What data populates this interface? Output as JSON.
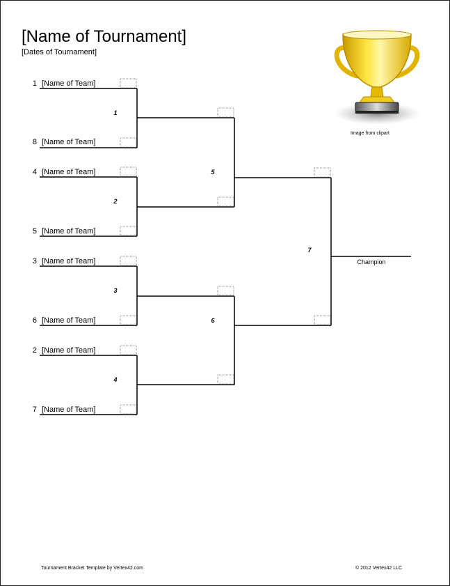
{
  "header": {
    "title": "[Name of Tournament]",
    "dates": "[Dates of Tournament]"
  },
  "round1": [
    {
      "seed": "1",
      "team": "[Name of Team]"
    },
    {
      "seed": "8",
      "team": "[Name of Team]"
    },
    {
      "seed": "4",
      "team": "[Name of Team]"
    },
    {
      "seed": "5",
      "team": "[Name of Team]"
    },
    {
      "seed": "3",
      "team": "[Name of Team]"
    },
    {
      "seed": "6",
      "team": "[Name of Team]"
    },
    {
      "seed": "2",
      "team": "[Name of Team]"
    },
    {
      "seed": "7",
      "team": "[Name of Team]"
    }
  ],
  "games": [
    "1",
    "2",
    "3",
    "4",
    "5",
    "6",
    "7"
  ],
  "champion_label": "Champion",
  "trophy": {
    "icon": "trophy-icon",
    "credit": "Image from clipart"
  },
  "footer": {
    "left": "Tournament Bracket Template by Vertex42.com",
    "right": "© 2012 Vertex42 LLC"
  }
}
